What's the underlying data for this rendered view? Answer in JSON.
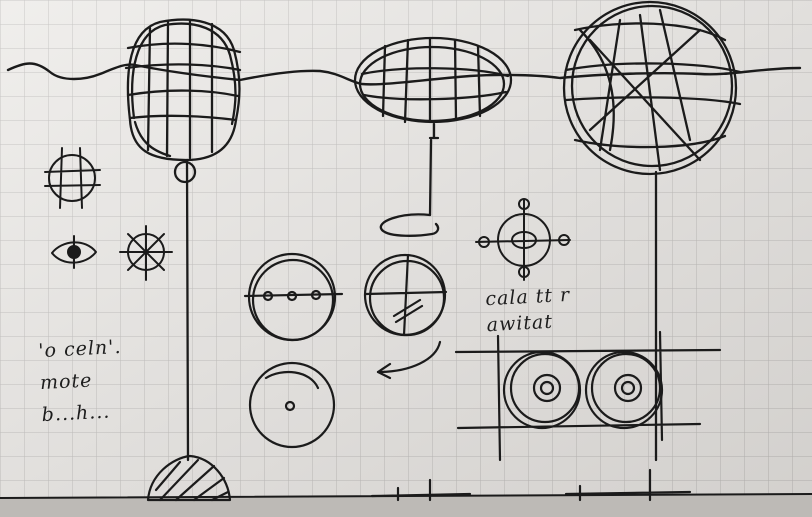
{
  "sketch": {
    "annotation_left": [
      "'o celn'.",
      "mote",
      "b...h..."
    ],
    "annotation_right": [
      "cala tt r",
      "awitat"
    ]
  }
}
